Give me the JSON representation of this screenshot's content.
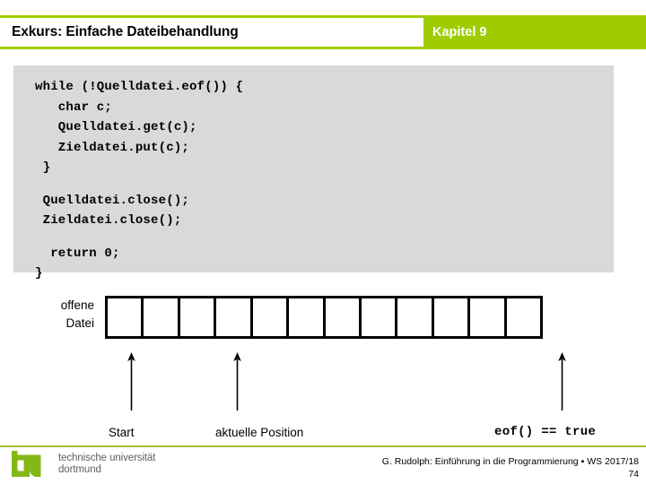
{
  "slide": {
    "header": {
      "title": "Exkurs: Einfache Dateibehandlung",
      "chapter": "Kapitel 9",
      "accent_color": "#9FCC00"
    },
    "code_block": {
      "background_color": "#D9D9D9",
      "lines": [
        "while (!Quelldatei.eof()) {",
        "   char c;",
        "   Quelldatei.get(c);",
        "   Zieldatei.put(c);",
        " }",
        "",
        " Quelldatei.close();",
        " Zieldatei.close();",
        "",
        "  return 0;",
        "}"
      ]
    },
    "diagram": {
      "file_label_line1": "offene",
      "file_label_line2": "Datei",
      "cell_count": 12,
      "markers": [
        {
          "label": "Start",
          "style": "plain"
        },
        {
          "label": "aktuelle Position",
          "style": "plain"
        },
        {
          "label": "eof() == true",
          "style": "mono"
        }
      ]
    },
    "footer": {
      "logo_line1": "technische universität",
      "logo_line2": "dortmund",
      "credit": "G. Rudolph: Einführung in die Programmierung ▪ WS 2017/18",
      "page_number": "74",
      "rule_color": "#A8BD3A"
    }
  }
}
